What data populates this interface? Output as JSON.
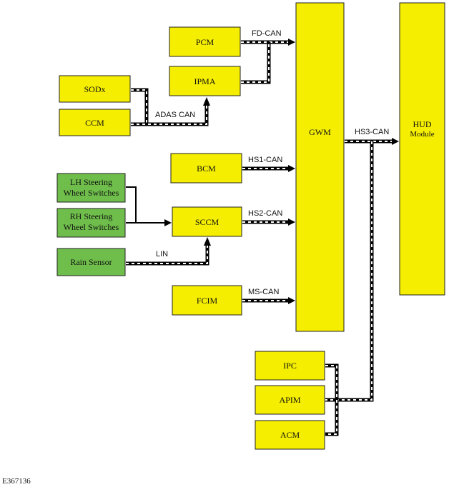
{
  "modules": {
    "pcm": "PCM",
    "ipma": "IPMA",
    "sodx": "SODx",
    "ccm": "CCM",
    "bcm": "BCM",
    "lh_switches": [
      "LH Steering",
      "Wheel Switches"
    ],
    "rh_switches": [
      "RH Steering",
      "Wheel Switches"
    ],
    "sccm": "SCCM",
    "rain_sensor": "Rain Sensor",
    "fcim": "FCIM",
    "gwm": "GWM",
    "hud": [
      "HUD",
      "Module"
    ],
    "ipc": "IPC",
    "apim": "APIM",
    "acm": "ACM"
  },
  "buses": {
    "fd_can": "FD-CAN",
    "adas_can": "ADAS CAN",
    "hs1_can": "HS1-CAN",
    "hs2_can": "HS2-CAN",
    "lin": "LIN",
    "ms_can": "MS-CAN",
    "hs3_can": "HS3-CAN"
  },
  "reference": "E367136",
  "colors": {
    "module": "#f5ee00",
    "sensor_switch": "#6fbe4b",
    "outline": "#222222",
    "bus_line": "#000000",
    "bus_dash": "#ffffff"
  }
}
